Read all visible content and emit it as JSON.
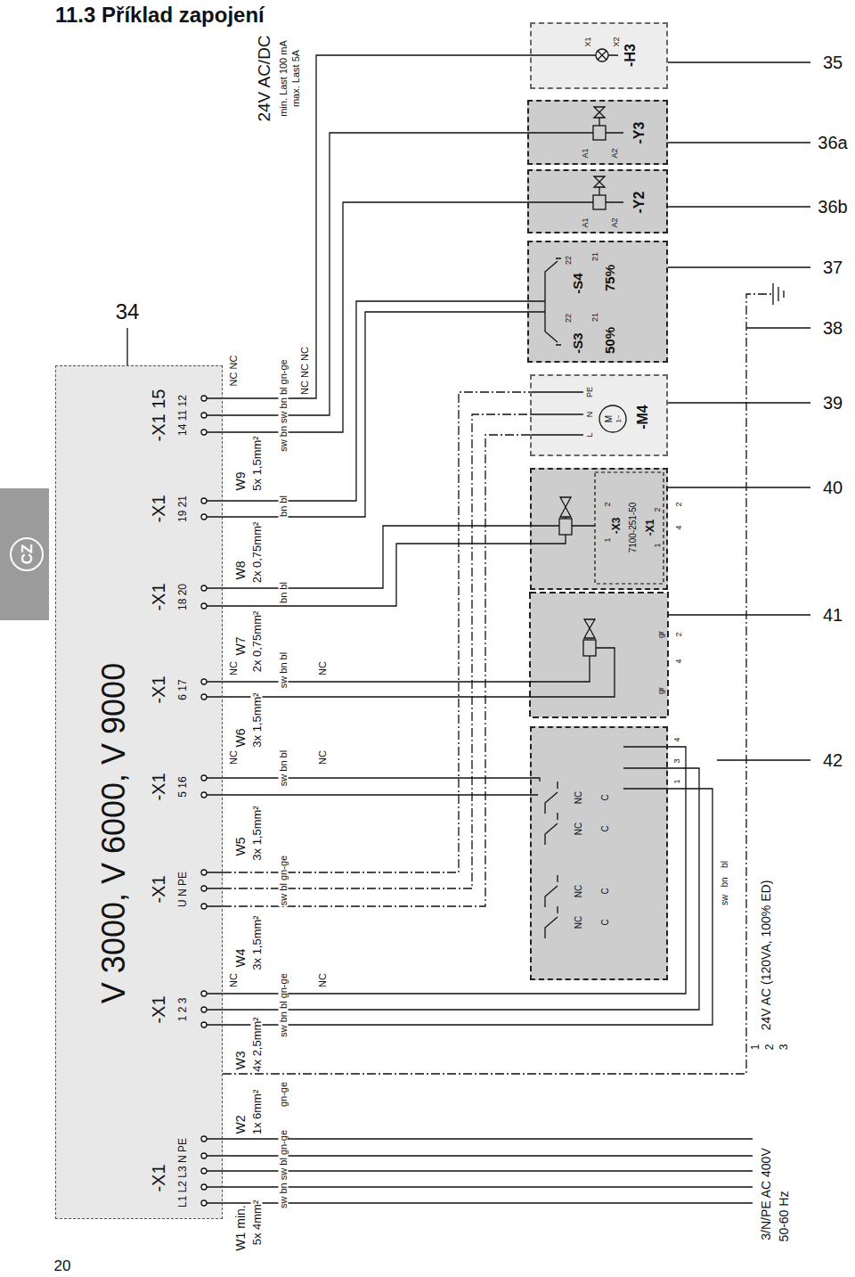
{
  "diagram": {
    "title": "11.3 Příklad zapojení",
    "nodes": [
      {
        "text": [
          "V 3000, V 6000, V 9000"
        ]
      },
      {
        "text": [
          "-H3"
        ]
      },
      {
        "text": [
          "-Y3"
        ]
      },
      {
        "text": [
          "-Y2"
        ]
      },
      {
        "text": [
          "-S3",
          "50%",
          "-S4",
          "75%"
        ]
      },
      {
        "text": [
          "-M4"
        ]
      },
      {
        "text": [
          "-X3",
          "7100-251-50",
          "-X1"
        ]
      },
      {
        "text": [
          "NC",
          "C",
          "NC",
          "C",
          "NC",
          "C",
          "NC",
          "C"
        ]
      }
    ],
    "edges": [
      {
        "from": 0,
        "to": 1,
        "arrow": "none"
      },
      {
        "from": 0,
        "to": 2,
        "arrow": "none"
      },
      {
        "from": 0,
        "to": 3,
        "arrow": "none"
      },
      {
        "from": 0,
        "to": 4,
        "arrow": "none"
      },
      {
        "from": 0,
        "to": 5,
        "arrow": "none"
      },
      {
        "from": 0,
        "to": 6,
        "arrow": "none"
      },
      {
        "from": 0,
        "to": 7,
        "arrow": "none"
      },
      {
        "from": 0,
        "to": 7,
        "arrow": "none"
      },
      {
        "from": 0,
        "to": 7,
        "arrow": "none"
      },
      {
        "from": 0,
        "to": 7,
        "arrow": "none"
      },
      {
        "from": 0,
        "to": 7,
        "arrow": "none"
      }
    ],
    "labels": [
      "34",
      "35",
      "36a",
      "36b",
      "37",
      "38",
      "39",
      "40",
      "41",
      "42",
      "CZ",
      "20",
      "24V AC/DC",
      "min. Last 100 mA",
      "max. Last 5A",
      "-X1",
      "L1 L2 L3 N PE",
      "-X1",
      "1 2 3",
      "-X1",
      "U N PE",
      "-X1",
      "5 16",
      "-X1",
      "6 17",
      "-X1",
      "18 20",
      "-X1",
      "19 21",
      "-X1 15",
      "14 11 12",
      "W1 min.",
      "5x 4mm²",
      "W2",
      "1x 6mm²",
      "W3",
      "4x 2,5mm²",
      "W4",
      "3x 1,5mm²",
      "W5",
      "3x 1,5mm²",
      "W6",
      "3x 1,5mm²",
      "W7",
      "2x 0,75mm²",
      "W8",
      "2x 0,75mm²",
      "W9",
      "5x 1,5mm²",
      "sw bn sw bl gn-ge",
      "gn-ge",
      "sw bn bl gn-ge",
      "sw bl gn-ge",
      "sw bn bl",
      "sw bn bl",
      "bn bl",
      "bn bl",
      "sw bn sw bn bl gn-ge",
      "NC",
      "NC",
      "NC",
      "NC",
      "NC",
      "NC",
      "NC NC",
      "NC NC NC",
      "X1",
      "X2",
      "A1",
      "A2",
      "A1",
      "A2",
      "22",
      "21",
      "22",
      "21",
      "L",
      "N",
      "PE",
      "M",
      "1~",
      "1",
      "2",
      "1",
      "2",
      "4",
      "2",
      "gr",
      "gr",
      "4",
      "2",
      "1",
      "3",
      "4",
      "sw",
      "bn",
      "bl",
      "1",
      "2",
      "3",
      "24V AC (120VA, 100% ED)",
      "3/N/PE AC 400V",
      "50-60 Hz"
    ]
  }
}
